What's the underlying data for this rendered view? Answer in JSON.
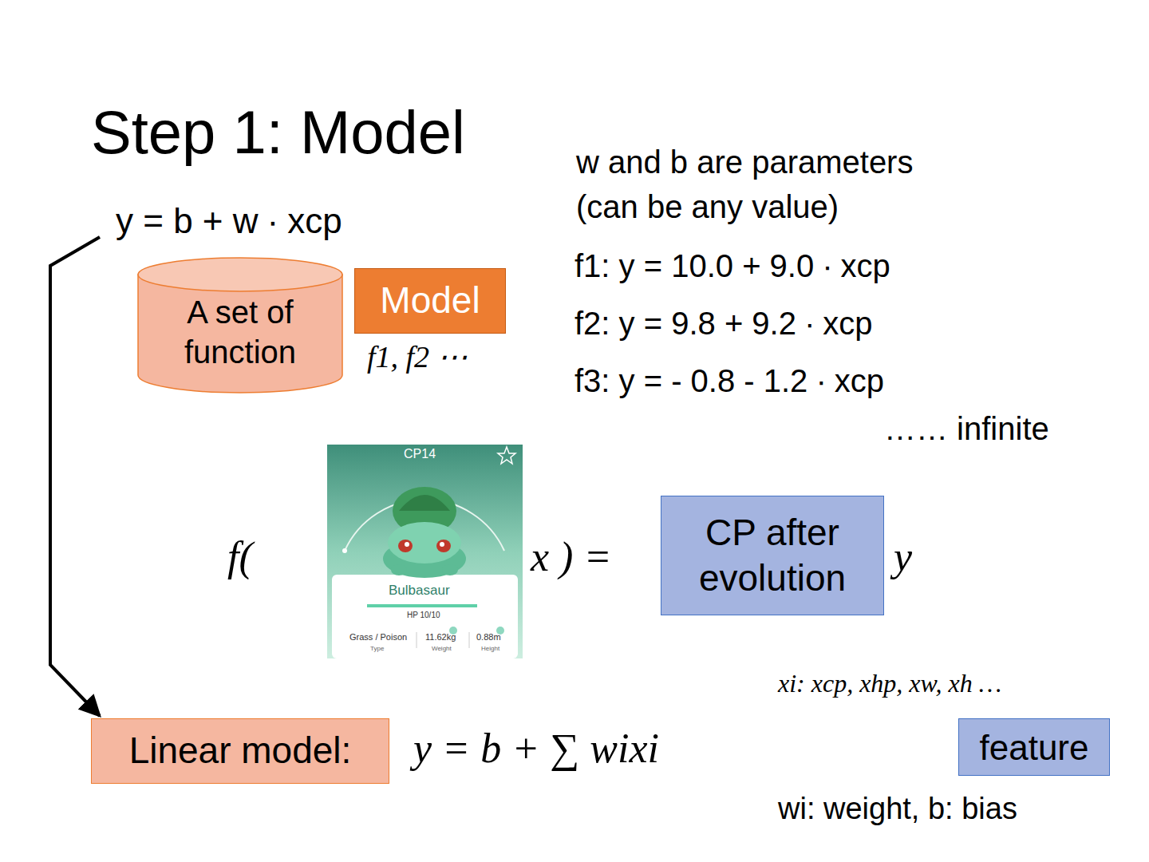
{
  "diagram": {
    "title": "Step 1: Model",
    "nodes": [
      {
        "text": [
          "A set of function"
        ]
      },
      {
        "text": [
          "Model"
        ]
      },
      {
        "text": [
          "CP after evolution"
        ]
      },
      {
        "text": [
          "Linear model:"
        ]
      },
      {
        "text": [
          "feature"
        ]
      }
    ],
    "labels": [
      "y = b + w ∙ xcp",
      "w and b are parameters",
      "(can be any value)",
      "f1: y = 10.0 + 9.0 ∙ xcp",
      "f2: y = 9.8 + 9.2 ∙ xcp",
      "f3: y = - 0.8 - 1.2 ∙ xcp",
      "…… infinite",
      "f1, f2 ⋯",
      "f(",
      "x ) =",
      "y",
      "y = b + ∑ wixi",
      "xi: xcp, xhp, xw, xh …",
      "wi: weight, b: bias",
      "CP14",
      "Bulbasaur",
      "HP 10/10",
      "Grass / Poison",
      "11.62kg",
      "0.88m",
      "Type",
      "Weight",
      "Height"
    ]
  }
}
